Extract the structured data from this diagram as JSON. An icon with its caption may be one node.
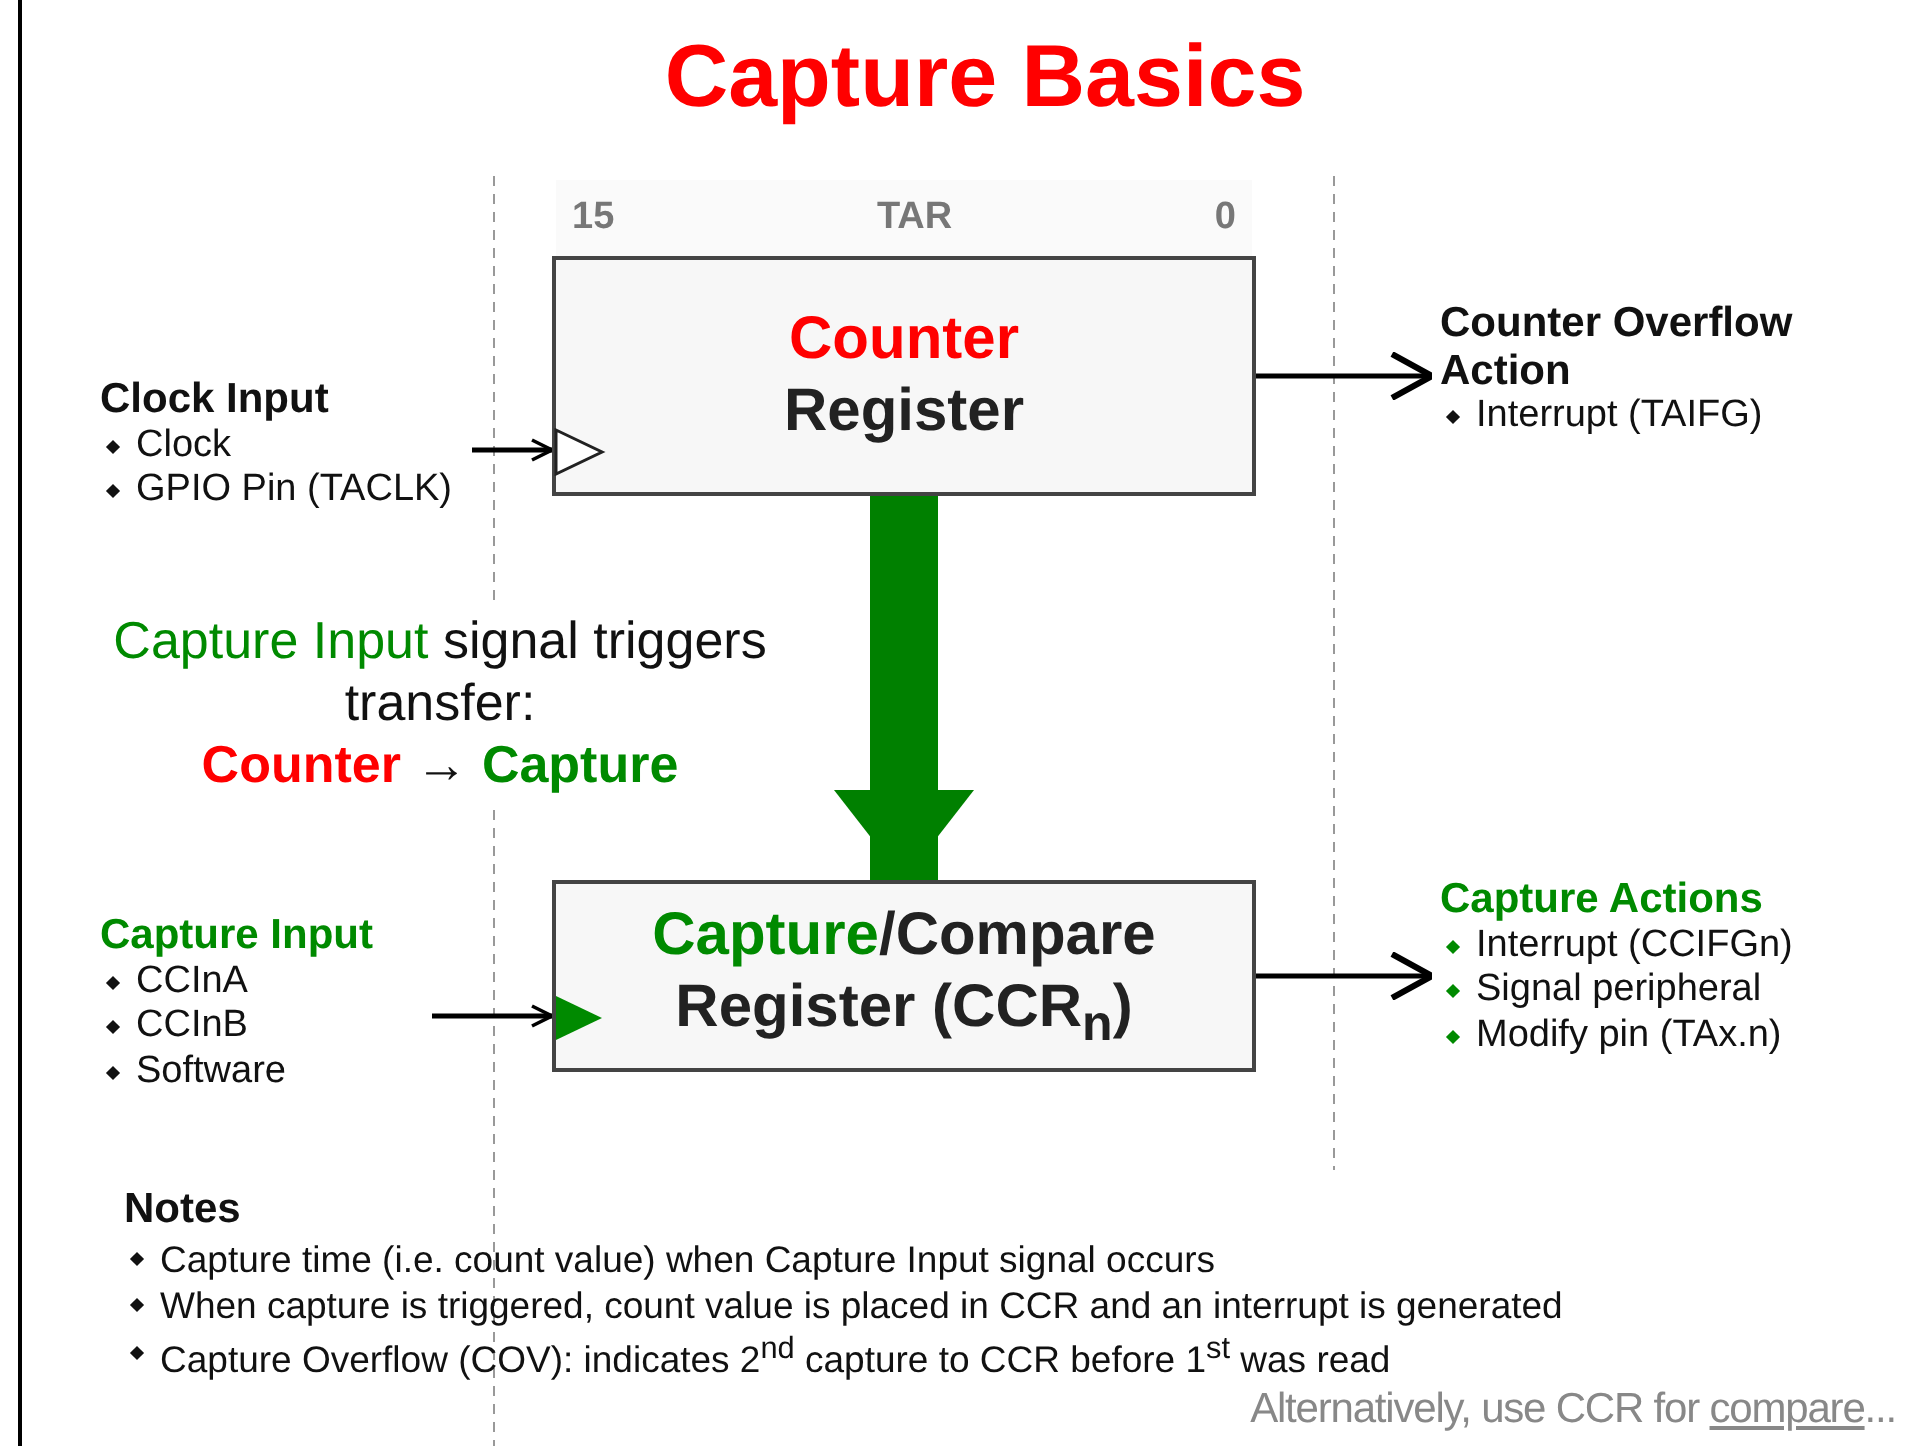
{
  "diagram": {
    "title": "Capture Basics",
    "nodes": [
      {
        "text": [
          "Counter",
          "Register"
        ],
        "beside": [
          "15",
          "TAR",
          "0"
        ]
      },
      {
        "text": [
          "Capture",
          "/Compare",
          "Register (CCR$_{n}$)"
        ]
      },
      {
        "text": [
          "Clock Input",
          "Clock",
          "GPIO Pin (TACLK)"
        ]
      },
      {
        "text": [
          "Counter Overflow Action",
          "Interrupt (TAIFG)"
        ]
      },
      {
        "text": [
          "Capture Input",
          "CCInA",
          "CCInB",
          "Software"
        ]
      },
      {
        "text": [
          "Capture Actions",
          "Interrupt (CCIFGn)",
          "Signal peripheral",
          "Modify pin (TAx.n)"
        ]
      }
    ],
    "edges": [
      {
        "from": 2,
        "to": 0,
        "arrow": "to"
      },
      {
        "from": 0,
        "to": 3,
        "arrow": "to"
      },
      {
        "from": 0,
        "to": 1,
        "arrow": "to",
        "style": "thick",
        "color": "#008000"
      },
      {
        "from": 4,
        "to": 1,
        "arrow": "to"
      },
      {
        "from": 1,
        "to": 5,
        "arrow": "to"
      }
    ],
    "labels": [
      "Capture Input",
      "signal triggers transfer:",
      "Counter",
      "→",
      "Capture",
      "Notes",
      "Capture time (i.e. count value) when Capture Input signal occurs",
      "When capture is triggered, count value is placed in CCR and an interrupt is generated",
      "Capture Overflow (COV): indicates  2$^{nd}$ capture to CCR before 1$^{st}$ was read",
      "Alternatively, use CCR for",
      "compare",
      "..."
    ]
  }
}
